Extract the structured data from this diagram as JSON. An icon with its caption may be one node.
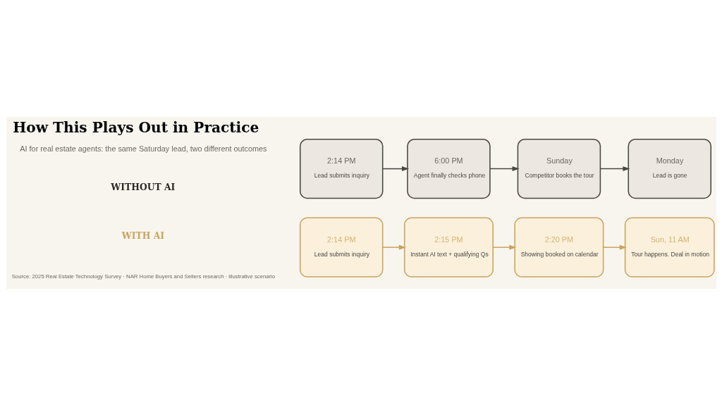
{
  "diagram": {
    "title": "How This Plays Out in Practice",
    "nodes": [
      {
        "text": [
          "2:14 PM",
          "Lead submits inquiry"
        ]
      },
      {
        "text": [
          "6:00 PM",
          "Agent finally checks phone"
        ]
      },
      {
        "text": [
          "Sunday",
          "Competitor books the tour"
        ]
      },
      {
        "text": [
          "Monday",
          "Lead is gone"
        ]
      },
      {
        "text": [
          "2:14 PM",
          "Lead submits inquiry"
        ]
      },
      {
        "text": [
          "2:15 PM",
          "Instant AI text + qualifying Qs"
        ]
      },
      {
        "text": [
          "2:20 PM",
          "Showing booked on calendar"
        ]
      },
      {
        "text": [
          "Sun, 11 AM",
          "Tour happens. Deal in motion"
        ]
      }
    ],
    "edges": [
      {
        "from": 0,
        "to": 1,
        "arrow": "to"
      },
      {
        "from": 1,
        "to": 2,
        "arrow": "to"
      },
      {
        "from": 2,
        "to": 3,
        "arrow": "to"
      },
      {
        "from": 4,
        "to": 5,
        "arrow": "to",
        "color": "#c9a45c"
      },
      {
        "from": 5,
        "to": 6,
        "arrow": "to",
        "color": "#c9a45c"
      },
      {
        "from": 6,
        "to": 7,
        "arrow": "to",
        "color": "#c9a45c"
      }
    ],
    "labels": [
      "AI for real estate agents: the same Saturday lead, two different outcomes",
      "WITHOUT AI",
      "WITH AI",
      "Source: 2025 Real Estate Technology Survey · NAR Home Buyers and Sellers research · illustrative scenario"
    ]
  }
}
